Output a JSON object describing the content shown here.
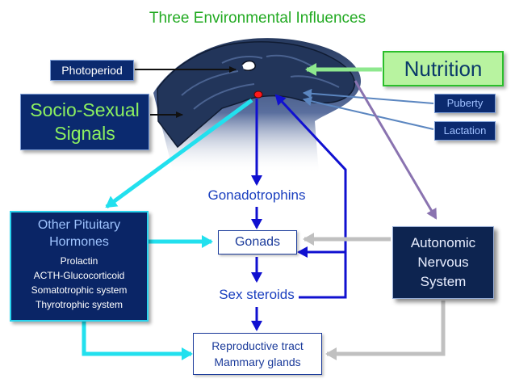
{
  "title": "Three Environmental Influences",
  "nodes": {
    "photoperiod": "Photoperiod",
    "nutrition": "Nutrition",
    "socio_sexual": "Socio-Sexual Signals",
    "puberty": "Puberty",
    "lactation": "Lactation",
    "gonadotrophins": "Gonadotrophins",
    "gonads": "Gonads",
    "sex_steroids": "Sex steroids",
    "autonomic": "Autonomic Nervous System",
    "reproductive": {
      "line1": "Reproductive tract",
      "line2": "Mammary glands"
    },
    "other_pituitary": {
      "heading": "Other Pituitary Hormones",
      "items": [
        "Prolactin",
        "ACTH-Glucocorticoid",
        "Somatotrophic system",
        "Thyrotrophic system"
      ]
    }
  },
  "colors": {
    "title": "#22aa22",
    "navy_box": "#0b2a6f",
    "nutrition_fill": "#b8f3a0",
    "nutrition_border": "#2bbf2b",
    "arrow_blue": "#1010d0",
    "arrow_cyan": "#22e0ee",
    "arrow_green": "#8ee88e",
    "arrow_grey": "#c0c0c0",
    "arrow_purple": "#8a73b0",
    "arrow_steel": "#5b86c0"
  }
}
